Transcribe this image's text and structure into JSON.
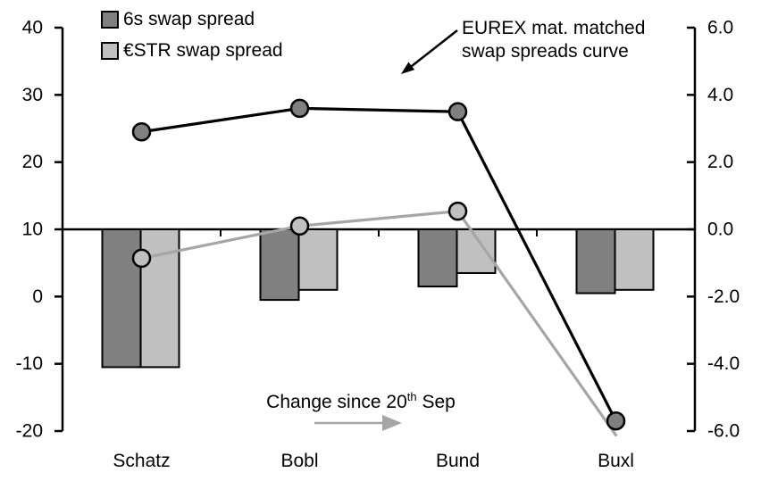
{
  "chart_data": {
    "type": "combo-bar-line",
    "title": "",
    "categories": [
      "Schatz",
      "Bobl",
      "Bund",
      "Buxl"
    ],
    "left_axis": {
      "min": -20,
      "max": 40,
      "tick_values": [
        40,
        30,
        20,
        10,
        0,
        -10,
        -20
      ],
      "tick_labels": [
        "40",
        "30",
        "20",
        "10",
        "0",
        "-10",
        "-20"
      ]
    },
    "right_axis": {
      "min": -6,
      "max": 6,
      "tick_values": [
        6,
        4,
        2,
        0,
        -2,
        -4,
        -6
      ],
      "tick_labels": [
        "6.0",
        "4.0",
        "2.0",
        "0.0",
        "-2.0",
        "-4.0",
        "-6.0"
      ]
    },
    "bar_series": [
      {
        "name": "6s swap spread change",
        "axis": "right",
        "color": "#808080",
        "values": [
          -4.1,
          -2.1,
          -1.7,
          -1.9
        ]
      },
      {
        "name": "ESTR swap spread change",
        "axis": "right",
        "color": "#c0c0c0",
        "values": [
          -4.1,
          -1.8,
          -1.3,
          -1.8
        ]
      }
    ],
    "line_series": [
      {
        "name": "ESTR swap spread curve",
        "axis": "left",
        "line_color": "#a6a6a6",
        "marker_fill": "#c0c0c0",
        "values": [
          5.7,
          10.5,
          12.7,
          -20.6
        ],
        "markers": [
          true,
          true,
          true,
          false
        ]
      },
      {
        "name": "6s swap spread curve",
        "axis": "left",
        "line_color": "#000000",
        "marker_fill": "#808080",
        "values": [
          24.5,
          28.0,
          27.5,
          -18.5
        ],
        "markers": [
          true,
          true,
          true,
          true
        ]
      }
    ],
    "legend": [
      {
        "label": "6s swap spread",
        "color": "#808080"
      },
      {
        "label": "€STR swap spread",
        "color": "#c0c0c0"
      }
    ],
    "annotations": {
      "curve_label": {
        "lines": [
          "EUREX mat. matched",
          "swap spreads curve"
        ]
      },
      "change_label": {
        "prefix": "Change since 20",
        "sup": "th",
        "suffix": " Sep"
      }
    },
    "colors": {
      "dark_gray": "#808080",
      "light_gray": "#c0c0c0",
      "line_black": "#000000",
      "line_gray": "#a6a6a6",
      "axis": "#000000"
    },
    "layout_hints": {
      "grid": false,
      "legend_position": "top-left",
      "dual_axis": true
    }
  }
}
